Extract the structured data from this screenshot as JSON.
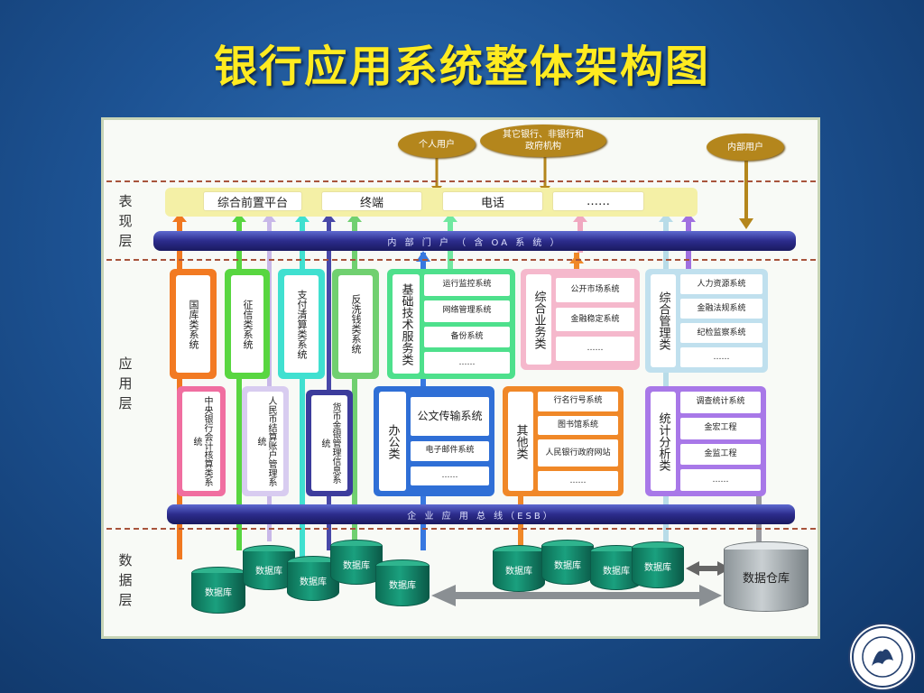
{
  "title": "银行应用系统整体架构图",
  "layers": {
    "presentation": "表现层",
    "application": "应用层",
    "data": "数据层"
  },
  "users": {
    "personal": "个人用户",
    "other_banks": "其它银行、非银行和政府机构",
    "internal": "内部用户"
  },
  "presentation_items": [
    "综合前置平台",
    "终端",
    "电话",
    "……"
  ],
  "portal_bus": "内 部 门 户 （ 含 OA 系 统 ）",
  "esb_bus": "企 业 应 用 总 线（ESB）",
  "row1_systems": [
    "国库类系统",
    "征信类系统",
    "支付清算类系统",
    "反洗钱类系统"
  ],
  "row2_systems": [
    "中央银行会计核算类系统",
    "人民币结算账户管理系统",
    "货币金银管理信息系统"
  ],
  "groups": {
    "basic": {
      "title": "基础技术服务类",
      "items": [
        "运行监控系统",
        "网络管理系统",
        "备份系统",
        "……"
      ]
    },
    "business": {
      "title": "综合业务类",
      "items": [
        "公开市场系统",
        "金融稳定系统",
        "……"
      ]
    },
    "management": {
      "title": "综合管理类",
      "items": [
        "人力资源系统",
        "金融法规系统",
        "纪检监察系统",
        "……"
      ]
    },
    "office": {
      "title": "办公类",
      "items": [
        "公文传输系统",
        "电子邮件系统",
        "……"
      ]
    },
    "other": {
      "title": "其他类",
      "items": [
        "行名行号系统",
        "图书馆系统",
        "人民银行政府网站",
        "……"
      ]
    },
    "stats": {
      "title": "统计分析类",
      "items": [
        "调查统计系统",
        "金宏工程",
        "金监工程",
        "……"
      ]
    }
  },
  "database_label": "数据库",
  "warehouse_label": "数据仓库",
  "colors": {
    "title": "#ffeb20",
    "bus": "#2c2c8c",
    "db": "#1aa07e",
    "oval": "#b4861c"
  }
}
